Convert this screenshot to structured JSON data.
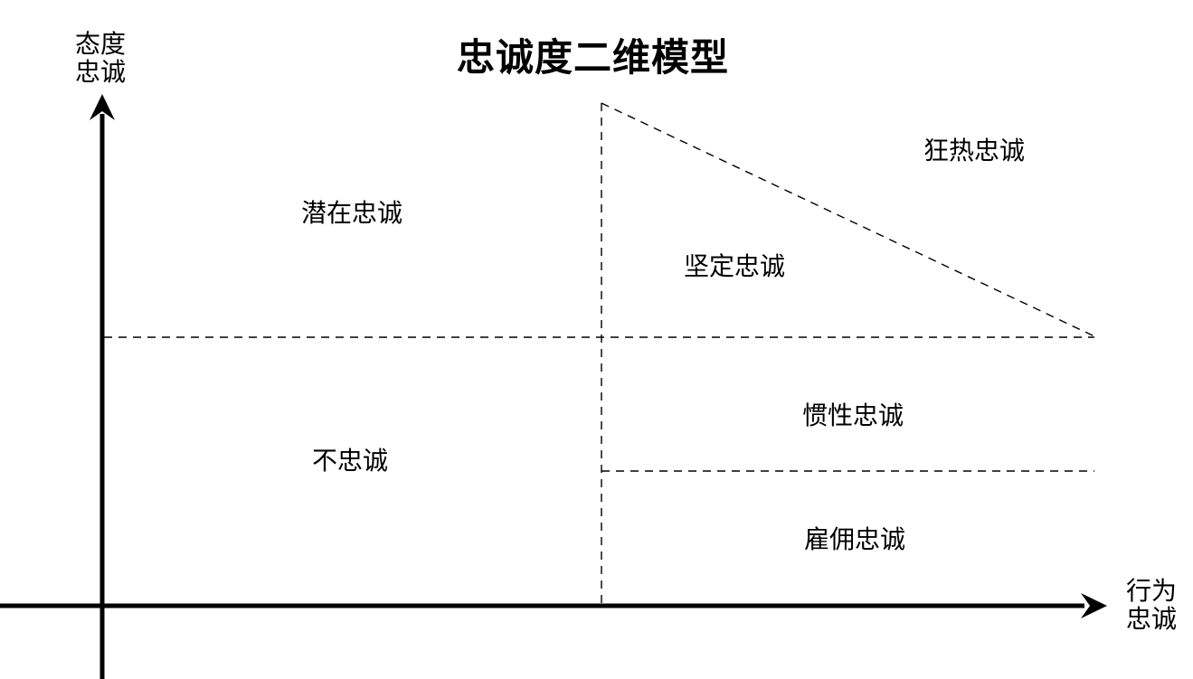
{
  "title": "忠诚度二维模型",
  "axes": {
    "y": {
      "label": "态度\n忠诚"
    },
    "x": {
      "label": "行为\n忠诚"
    }
  },
  "regions": [
    {
      "id": "latent",
      "label": "潜在忠诚"
    },
    {
      "id": "fanatic",
      "label": "狂热忠诚"
    },
    {
      "id": "firm",
      "label": "坚定忠诚"
    },
    {
      "id": "inertia",
      "label": "惯性忠诚"
    },
    {
      "id": "disloyal",
      "label": "不忠诚"
    },
    {
      "id": "mercenary",
      "label": "雇佣忠诚"
    }
  ],
  "colors": {
    "background": "#ffffff",
    "line": "#000000",
    "text": "#000000"
  }
}
